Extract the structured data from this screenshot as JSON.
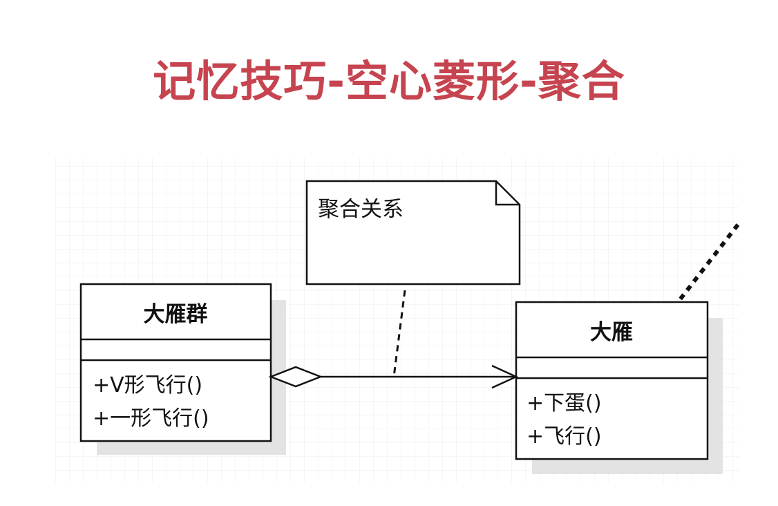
{
  "title": "记忆技巧-空心菱形-聚合",
  "colors": {
    "title": "#c6444f",
    "line": "#111111",
    "grid": "#eeeeee",
    "shadow": "#e3e3e3"
  },
  "diagram": {
    "whole_class": {
      "name": "大雁群",
      "methods": [
        "+V形飞行()",
        "+一形飞行()"
      ]
    },
    "part_class": {
      "name": "大雁",
      "methods": [
        "+下蛋()",
        "+飞行()"
      ]
    },
    "note": {
      "text": "聚合关系"
    },
    "relationship": {
      "type": "aggregation",
      "diamond": "hollow",
      "arrow": "open"
    }
  }
}
